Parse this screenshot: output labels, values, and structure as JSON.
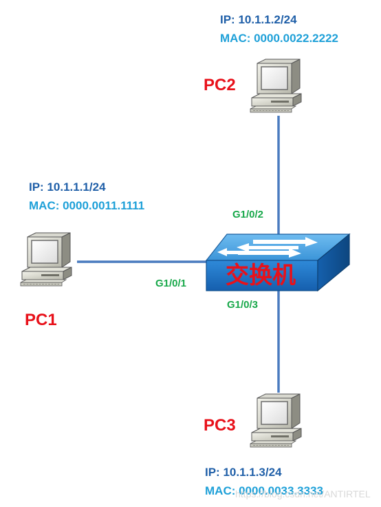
{
  "colors": {
    "ip": "#1f5fa8",
    "mac": "#1ea0d8",
    "pc_label": "#e8111a",
    "port": "#18a84a",
    "link": "#4a7bbf",
    "switch_top": "#4aa3e0",
    "switch_front": "#1a73c6"
  },
  "switch": {
    "label": "交换机",
    "icon": "switch-icon"
  },
  "hosts": {
    "pc1": {
      "label": "PC1",
      "ip": "IP: 10.1.1.1/24",
      "mac": "MAC: 0000.0011.1111",
      "icon": "computer-icon"
    },
    "pc2": {
      "label": "PC2",
      "ip": "IP: 10.1.1.2/24",
      "mac": "MAC: 0000.0022.2222",
      "icon": "computer-icon"
    },
    "pc3": {
      "label": "PC3",
      "ip": "IP: 10.1.1.3/24",
      "mac": "MAC: 0000.0033.3333",
      "icon": "computer-icon"
    }
  },
  "ports": {
    "p1": "G1/0/1",
    "p2": "G1/0/2",
    "p3": "G1/0/3"
  },
  "watermark": "https://blog.csdn.net/ANTIRTEL"
}
